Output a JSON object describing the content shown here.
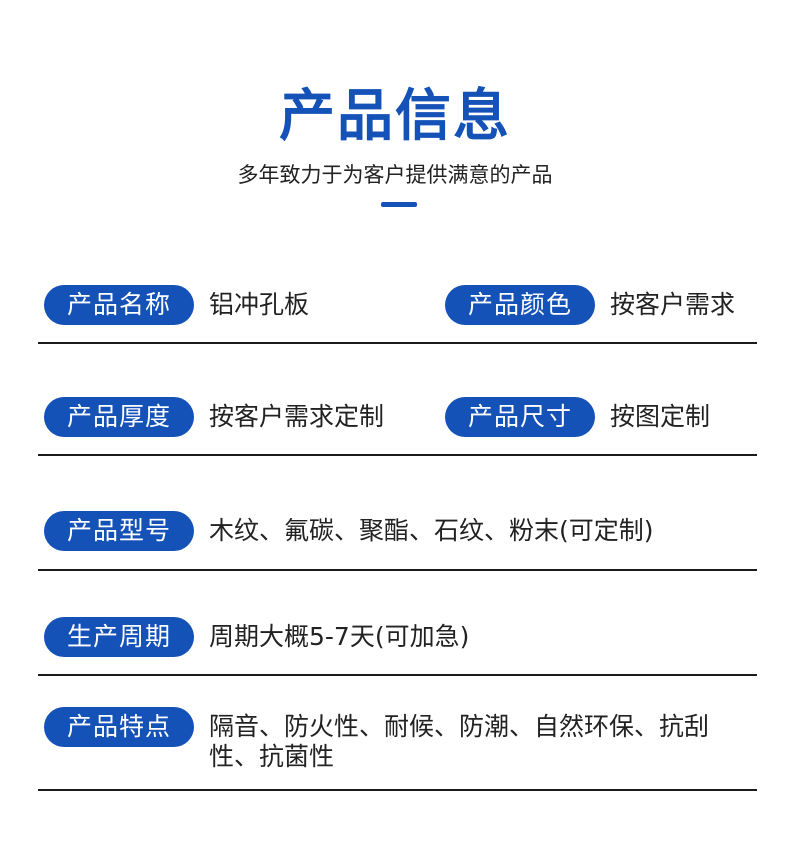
{
  "header": {
    "title": "产品信息",
    "subtitle": "多年致力于为客户提供满意的产品"
  },
  "rows": [
    {
      "left": {
        "label": "产品名称",
        "value": "铝冲孔板"
      },
      "right": {
        "label": "产品颜色",
        "value": "按客户需求"
      }
    },
    {
      "left": {
        "label": "产品厚度",
        "value": "按客户需求定制"
      },
      "right": {
        "label": "产品尺寸",
        "value": "按图定制"
      }
    },
    {
      "left": {
        "label": "产品型号",
        "value": "木纹、氟碳、聚酯、石纹、粉末(可定制)"
      }
    },
    {
      "left": {
        "label": "生产周期",
        "value": "周期大概5-7天(可加急)"
      }
    },
    {
      "left": {
        "label": "产品特点",
        "value": "隔音、防火性、耐候、防潮、自然环保、抗刮性、抗菌性"
      }
    }
  ],
  "colors": {
    "accent": "#1552b8",
    "divider": "#1a1a1a",
    "text": "#222222"
  }
}
